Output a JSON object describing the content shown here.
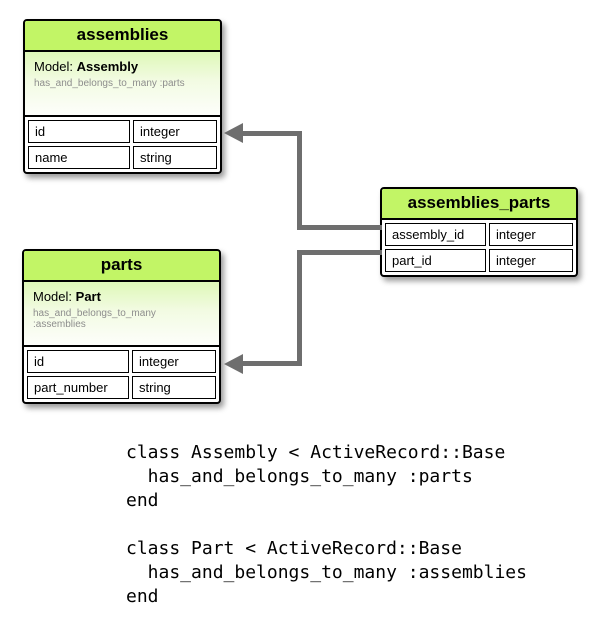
{
  "diagram": {
    "tables": [
      {
        "id": "assemblies",
        "title": "assemblies",
        "model_label": "Model:",
        "model_name": "Assembly",
        "association": "has_and_belongs_to_many :parts",
        "rows": [
          {
            "field": "id",
            "type": "integer"
          },
          {
            "field": "name",
            "type": "string"
          }
        ]
      },
      {
        "id": "parts",
        "title": "parts",
        "model_label": "Model:",
        "model_name": "Part",
        "association": "has_and_belongs_to_many :assemblies",
        "rows": [
          {
            "field": "id",
            "type": "integer"
          },
          {
            "field": "part_number",
            "type": "string"
          }
        ]
      },
      {
        "id": "assemblies_parts",
        "title": "assemblies_parts",
        "rows": [
          {
            "field": "assembly_id",
            "type": "integer"
          },
          {
            "field": "part_id",
            "type": "integer"
          }
        ]
      }
    ],
    "connectors": [
      {
        "from": "assemblies_parts.assembly_id",
        "to": "assemblies.id"
      },
      {
        "from": "assemblies_parts.part_id",
        "to": "parts.id"
      }
    ],
    "colors": {
      "header_green": "#c2f566",
      "model_gradient_top": "#def8b7",
      "connector_gray": "#6e6e6e",
      "association_text_gray": "#8d8d8d"
    }
  },
  "code": {
    "assembly_class": [
      "class Assembly < ActiveRecord::Base",
      "  has_and_belongs_to_many :parts",
      "end"
    ],
    "part_class": [
      "class Part < ActiveRecord::Base",
      "  has_and_belongs_to_many :assemblies",
      "end"
    ]
  }
}
